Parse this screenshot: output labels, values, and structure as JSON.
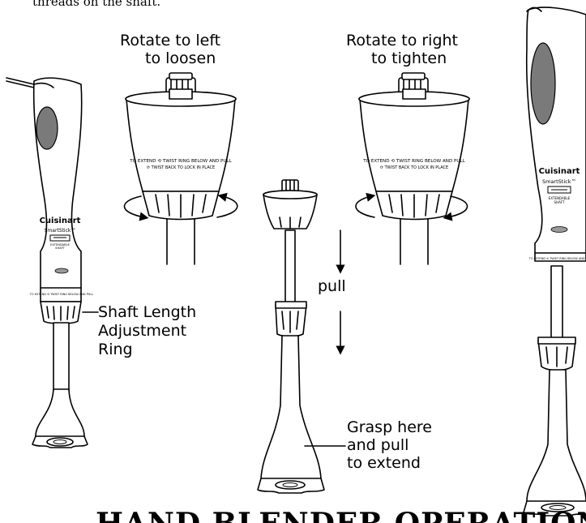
{
  "intro_tail": "threads on the shaft.",
  "captions": {
    "rotate_left_line1": "Rotate to left",
    "rotate_left_line2": "to loosen",
    "rotate_right_line1": "Rotate to right",
    "rotate_right_line2": "to tighten",
    "pull": "pull",
    "grasp_line1": "Grasp here",
    "grasp_line2": "and pull",
    "grasp_line3": "to extend",
    "ring_line1": "Shaft Length",
    "ring_line2": "Adjustment",
    "ring_line3": "Ring"
  },
  "collar_text": {
    "line1": "TO EXTEND ⟲ TWIST RING BELOW AND PULL",
    "line2": "⟳ TWIST BACK TO LOCK IN PLACE"
  },
  "product": {
    "brand": "Cuisinart",
    "model": "SmartStick™",
    "feature_line1": "EXTENDABLE",
    "feature_line2": "SHAFT"
  },
  "section_heading": "HAND BLENDER OPERATION",
  "colors": {
    "line": "#000000",
    "button": "#7a7a7a",
    "power": "#9a9a9a"
  },
  "icons": [
    "counterclockwise-arrow-icon",
    "clockwise-arrow-icon",
    "down-arrow-icon",
    "extend-shaft-icon"
  ]
}
